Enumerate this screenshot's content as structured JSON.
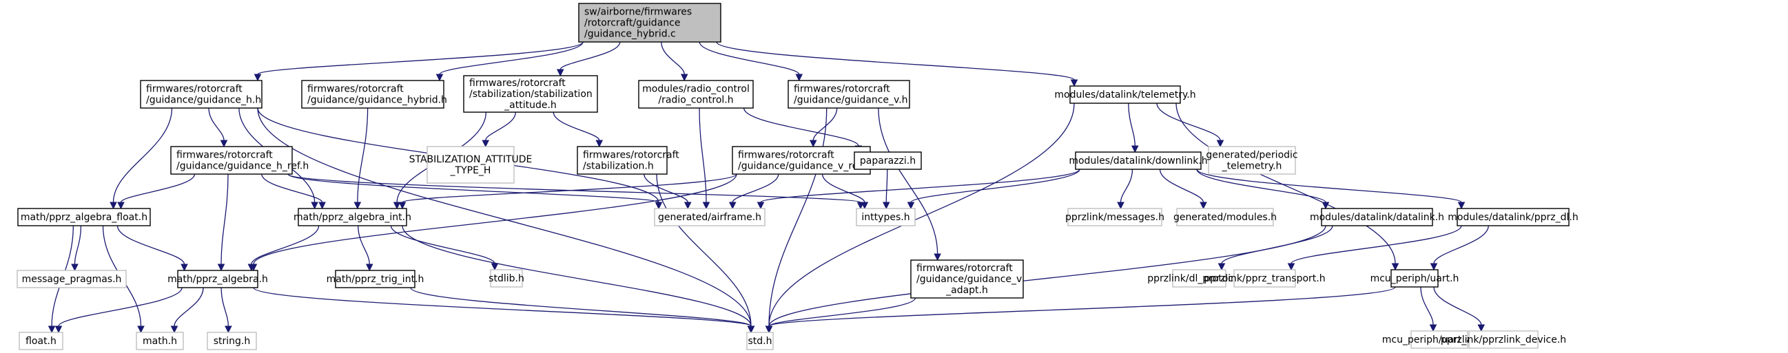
{
  "diagram": {
    "title": "Include dependency graph for guidance_hybrid.c",
    "colors": {
      "edge": "#191970",
      "root_fill": "#bfbfbf",
      "local_border": "#000000",
      "external_border": "#bfbfbf"
    },
    "nodes": [
      {
        "id": "root",
        "kind": "root",
        "lines": [
          "sw/airborne/firmwares",
          "/rotorcraft/guidance",
          "/guidance_hybrid.c"
        ]
      },
      {
        "id": "guidance_h",
        "kind": "local",
        "lines": [
          "firmwares/rotorcraft",
          "/guidance/guidance_h.h"
        ]
      },
      {
        "id": "guidance_hybrid_h",
        "kind": "local",
        "lines": [
          "firmwares/rotorcraft",
          "/guidance/guidance_hybrid.h"
        ]
      },
      {
        "id": "stab_attitude",
        "kind": "local",
        "lines": [
          "firmwares/rotorcraft",
          "/stabilization/stabilization",
          "_attitude.h"
        ]
      },
      {
        "id": "radio_control",
        "kind": "local",
        "lines": [
          "modules/radio_control",
          "/radio_control.h"
        ]
      },
      {
        "id": "guidance_v",
        "kind": "local",
        "lines": [
          "firmwares/rotorcraft",
          "/guidance/guidance_v.h"
        ]
      },
      {
        "id": "telemetry",
        "kind": "local",
        "lines": [
          "modules/datalink/telemetry.h"
        ]
      },
      {
        "id": "guidance_h_ref",
        "kind": "local",
        "lines": [
          "firmwares/rotorcraft",
          "/guidance/guidance_h_ref.h"
        ]
      },
      {
        "id": "stab_attitude_type",
        "kind": "external",
        "lines": [
          "STABILIZATION_ATTITUDE",
          "_TYPE_H"
        ]
      },
      {
        "id": "stabilization",
        "kind": "local",
        "lines": [
          "firmwares/rotorcraft",
          "/stabilization.h"
        ]
      },
      {
        "id": "guidance_v_ref",
        "kind": "local",
        "lines": [
          "firmwares/rotorcraft",
          "/guidance/guidance_v_ref.h"
        ]
      },
      {
        "id": "paparazzi",
        "kind": "local",
        "lines": [
          "paparazzi.h"
        ]
      },
      {
        "id": "downlink",
        "kind": "local",
        "lines": [
          "modules/datalink/downlink.h"
        ]
      },
      {
        "id": "periodic_telemetry",
        "kind": "external",
        "lines": [
          "generated/periodic",
          "_telemetry.h"
        ]
      },
      {
        "id": "algebra_float",
        "kind": "local",
        "lines": [
          "math/pprz_algebra_float.h"
        ]
      },
      {
        "id": "algebra_int",
        "kind": "local",
        "lines": [
          "math/pprz_algebra_int.h"
        ]
      },
      {
        "id": "airframe",
        "kind": "external",
        "lines": [
          "generated/airframe.h"
        ]
      },
      {
        "id": "inttypes",
        "kind": "external",
        "lines": [
          "inttypes.h"
        ]
      },
      {
        "id": "messages",
        "kind": "external",
        "lines": [
          "pprzlink/messages.h"
        ]
      },
      {
        "id": "modules_gen",
        "kind": "external",
        "lines": [
          "generated/modules.h"
        ]
      },
      {
        "id": "datalink",
        "kind": "local",
        "lines": [
          "modules/datalink/datalink.h"
        ]
      },
      {
        "id": "pprz_dl",
        "kind": "local",
        "lines": [
          "modules/datalink/pprz_dl.h"
        ]
      },
      {
        "id": "message_pragmas",
        "kind": "external",
        "lines": [
          "message_pragmas.h"
        ]
      },
      {
        "id": "algebra",
        "kind": "local",
        "lines": [
          "math/pprz_algebra.h"
        ]
      },
      {
        "id": "trig_int",
        "kind": "local",
        "lines": [
          "math/pprz_trig_int.h"
        ]
      },
      {
        "id": "stdlib",
        "kind": "external",
        "lines": [
          "stdlib.h"
        ]
      },
      {
        "id": "guidance_v_adapt",
        "kind": "local",
        "lines": [
          "firmwares/rotorcraft",
          "/guidance/guidance_v",
          "_adapt.h"
        ]
      },
      {
        "id": "dl_protocol",
        "kind": "external",
        "lines": [
          "pprzlink/dl_protocol.h"
        ]
      },
      {
        "id": "pprz_transport",
        "kind": "external",
        "lines": [
          "pprzlink/pprz_transport.h"
        ]
      },
      {
        "id": "uart",
        "kind": "local",
        "lines": [
          "mcu_periph/uart.h"
        ]
      },
      {
        "id": "float_h",
        "kind": "external",
        "lines": [
          "float.h"
        ]
      },
      {
        "id": "math_h",
        "kind": "external",
        "lines": [
          "math.h"
        ]
      },
      {
        "id": "string_h",
        "kind": "external",
        "lines": [
          "string.h"
        ]
      },
      {
        "id": "std_h",
        "kind": "external",
        "lines": [
          "std.h"
        ]
      },
      {
        "id": "uart_arch",
        "kind": "external",
        "lines": [
          "mcu_periph/uart_arch.h"
        ]
      },
      {
        "id": "pprzlink_device",
        "kind": "external",
        "lines": [
          "pprzlink/pprzlink_device.h"
        ]
      }
    ],
    "edges": [
      [
        "root",
        "guidance_h"
      ],
      [
        "root",
        "guidance_hybrid_h"
      ],
      [
        "root",
        "stab_attitude"
      ],
      [
        "root",
        "radio_control"
      ],
      [
        "root",
        "guidance_v"
      ],
      [
        "root",
        "telemetry"
      ],
      [
        "guidance_h",
        "algebra_float"
      ],
      [
        "guidance_h",
        "guidance_h_ref"
      ],
      [
        "guidance_h",
        "algebra_int"
      ],
      [
        "guidance_h",
        "airframe"
      ],
      [
        "guidance_h",
        "std_h"
      ],
      [
        "guidance_hybrid_h",
        "algebra_int"
      ],
      [
        "stab_attitude",
        "algebra_int"
      ],
      [
        "stab_attitude",
        "stab_attitude_type"
      ],
      [
        "stab_attitude",
        "stabilization"
      ],
      [
        "radio_control",
        "airframe"
      ],
      [
        "radio_control",
        "paparazzi"
      ],
      [
        "guidance_v",
        "guidance_v_ref"
      ],
      [
        "guidance_v",
        "std_h"
      ],
      [
        "guidance_v",
        "guidance_v_adapt"
      ],
      [
        "telemetry",
        "std_h"
      ],
      [
        "telemetry",
        "downlink"
      ],
      [
        "telemetry",
        "periodic_telemetry"
      ],
      [
        "telemetry",
        "uart"
      ],
      [
        "guidance_h_ref",
        "algebra_float"
      ],
      [
        "guidance_h_ref",
        "algebra"
      ],
      [
        "guidance_h_ref",
        "algebra_int"
      ],
      [
        "guidance_h_ref",
        "airframe"
      ],
      [
        "guidance_h_ref",
        "inttypes"
      ],
      [
        "stabilization",
        "airframe"
      ],
      [
        "stabilization",
        "std_h"
      ],
      [
        "guidance_v_ref",
        "algebra_int"
      ],
      [
        "guidance_v_ref",
        "airframe"
      ],
      [
        "guidance_v_ref",
        "inttypes"
      ],
      [
        "guidance_v_ref",
        "algebra"
      ],
      [
        "paparazzi",
        "inttypes"
      ],
      [
        "downlink",
        "airframe"
      ],
      [
        "downlink",
        "inttypes"
      ],
      [
        "downlink",
        "messages"
      ],
      [
        "downlink",
        "modules_gen"
      ],
      [
        "downlink",
        "datalink"
      ],
      [
        "downlink",
        "pprz_dl"
      ],
      [
        "algebra_float",
        "float_h"
      ],
      [
        "algebra_float",
        "message_pragmas"
      ],
      [
        "algebra_float",
        "math_h"
      ],
      [
        "algebra_float",
        "algebra"
      ],
      [
        "algebra_int",
        "algebra"
      ],
      [
        "algebra_int",
        "trig_int"
      ],
      [
        "algebra_int",
        "stdlib"
      ],
      [
        "algebra_int",
        "std_h"
      ],
      [
        "datalink",
        "std_h"
      ],
      [
        "datalink",
        "dl_protocol"
      ],
      [
        "pprz_dl",
        "pprz_transport"
      ],
      [
        "pprz_dl",
        "uart"
      ],
      [
        "algebra",
        "float_h"
      ],
      [
        "algebra",
        "math_h"
      ],
      [
        "algebra",
        "string_h"
      ],
      [
        "algebra",
        "std_h"
      ],
      [
        "trig_int",
        "std_h"
      ],
      [
        "guidance_v_adapt",
        "std_h"
      ],
      [
        "uart",
        "std_h"
      ],
      [
        "uart",
        "uart_arch"
      ],
      [
        "uart",
        "pprzlink_device"
      ]
    ]
  }
}
